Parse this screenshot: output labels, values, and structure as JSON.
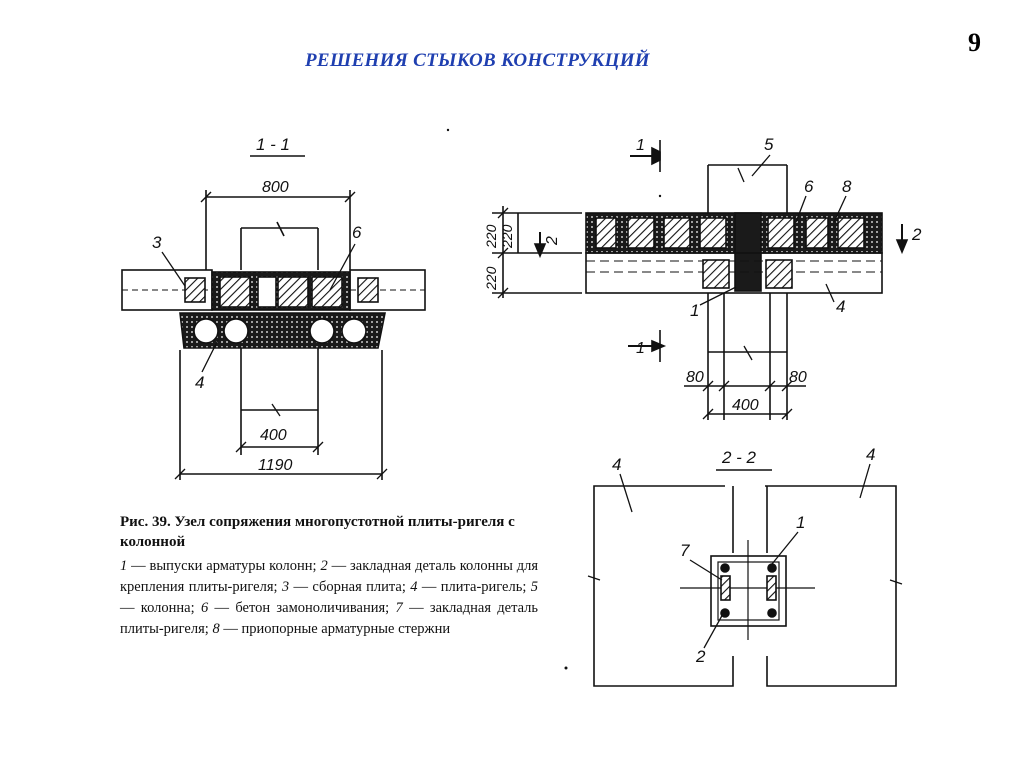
{
  "header": {
    "title": "РЕШЕНИЯ  СТЫКОВ  КОНСТРУКЦИЙ",
    "page_number": "9"
  },
  "figure": {
    "section_1_1": {
      "label": "1 - 1",
      "dim_top": "800",
      "dim_mid": "400",
      "dim_bottom": "1190",
      "callouts": [
        "3",
        "6",
        "4"
      ]
    },
    "elevation": {
      "dims_left": [
        "220",
        "220",
        "220"
      ],
      "dim_bottom_left": "80",
      "dim_bottom_right": "80",
      "dim_bottom": "400",
      "callouts": [
        "5",
        "6",
        "8",
        "1",
        "4"
      ],
      "section_marks": [
        "1",
        "1",
        "2",
        "2"
      ]
    },
    "section_2_2": {
      "label": "2 - 2",
      "callouts": [
        "4",
        "4",
        "1",
        "7",
        "2"
      ]
    }
  },
  "caption": {
    "title": "Рис. 39. Узел сопряжения многопустотной плиты-ригеля с колонной",
    "legend": [
      {
        "num": "1",
        "text": "— выпуски арматуры колонн;"
      },
      {
        "num": "2",
        "text": "— закладная деталь колонны для крепления плиты-ригеля;"
      },
      {
        "num": "3",
        "text": "— сборная плита;"
      },
      {
        "num": "4",
        "text": "— плита-ригель;"
      },
      {
        "num": "5",
        "text": "— колонна;"
      },
      {
        "num": "6",
        "text": "— бетон замоноличивания;"
      },
      {
        "num": "7",
        "text": "— закладная деталь плиты-ригеля;"
      },
      {
        "num": "8",
        "text": "— приопорные арматурные стержни"
      }
    ]
  },
  "colors": {
    "title": "#1f3fb0",
    "ink": "#111111",
    "background": "#ffffff"
  }
}
